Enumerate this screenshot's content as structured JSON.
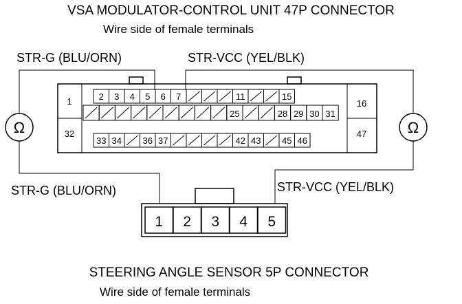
{
  "vsa": {
    "title": "VSA MODULATOR-CONTROL UNIT 47P CONNECTOR",
    "subtitle": "Wire side of female terminals",
    "wire_left": "STR-G (BLU/ORN)",
    "wire_right": "STR-VCC (YEL/BLK)",
    "side_pins": [
      "1",
      "32",
      "16",
      "47"
    ],
    "row1": [
      "2",
      "3",
      "4",
      "5",
      "6",
      "7",
      "",
      "",
      "",
      "11",
      "",
      "",
      "15"
    ],
    "row2": [
      "",
      "",
      "",
      "",
      "",
      "",
      "",
      "",
      "",
      "25",
      "",
      "",
      "28",
      "29",
      "30",
      "31"
    ],
    "row3": [
      "33",
      "34",
      "",
      "36",
      "37",
      "",
      "",
      "",
      "",
      "42",
      "43",
      "",
      "45",
      "46"
    ]
  },
  "meter": {
    "left_symbol": "Ω",
    "right_symbol": "Ω"
  },
  "sensor": {
    "wire_left": "STR-G (BLU/ORN)",
    "wire_right": "STR-VCC (YEL/BLK)",
    "pins": [
      "1",
      "2",
      "3",
      "4",
      "5"
    ],
    "title": "STEERING ANGLE SENSOR 5P CONNECTOR",
    "subtitle": "Wire side of female terminals"
  }
}
